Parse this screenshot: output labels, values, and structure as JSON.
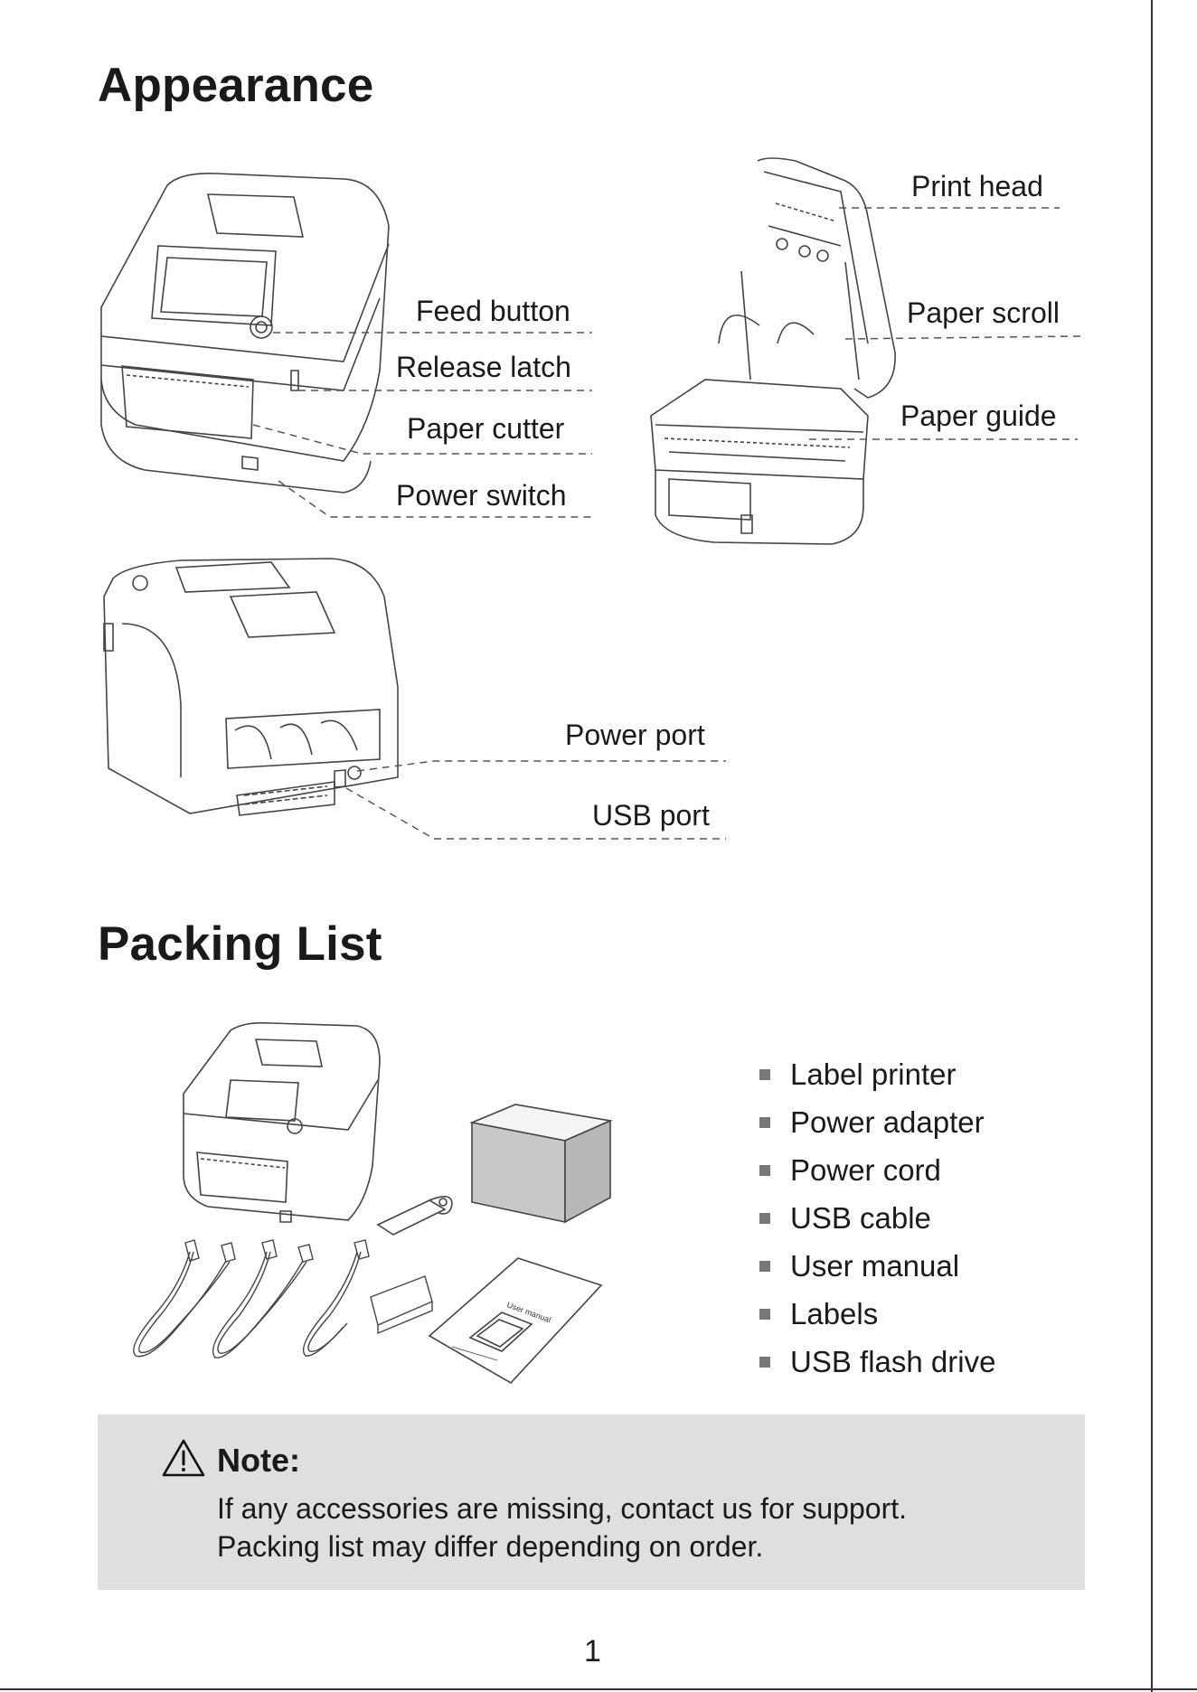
{
  "sections": {
    "appearance_title": "Appearance",
    "packing_title": "Packing List"
  },
  "appearance": {
    "front_labels": [
      "Feed button",
      "Release latch",
      "Paper cutter",
      "Power switch"
    ],
    "open_labels": [
      "Print head",
      "Paper scroll",
      "Paper guide"
    ],
    "back_labels": [
      "Power port",
      "USB port"
    ]
  },
  "packing_list": {
    "items": [
      "Label printer",
      "Power adapter",
      "Power cord",
      "USB cable",
      "User manual",
      "Labels",
      "USB flash drive"
    ],
    "manual_cover_text": "User manual"
  },
  "note": {
    "title": "Note:",
    "lines": [
      "If any accessories are missing, contact us for support.",
      "Packing list may differ depending on order."
    ]
  },
  "page_number": "1",
  "icons": [
    "warning-icon"
  ]
}
